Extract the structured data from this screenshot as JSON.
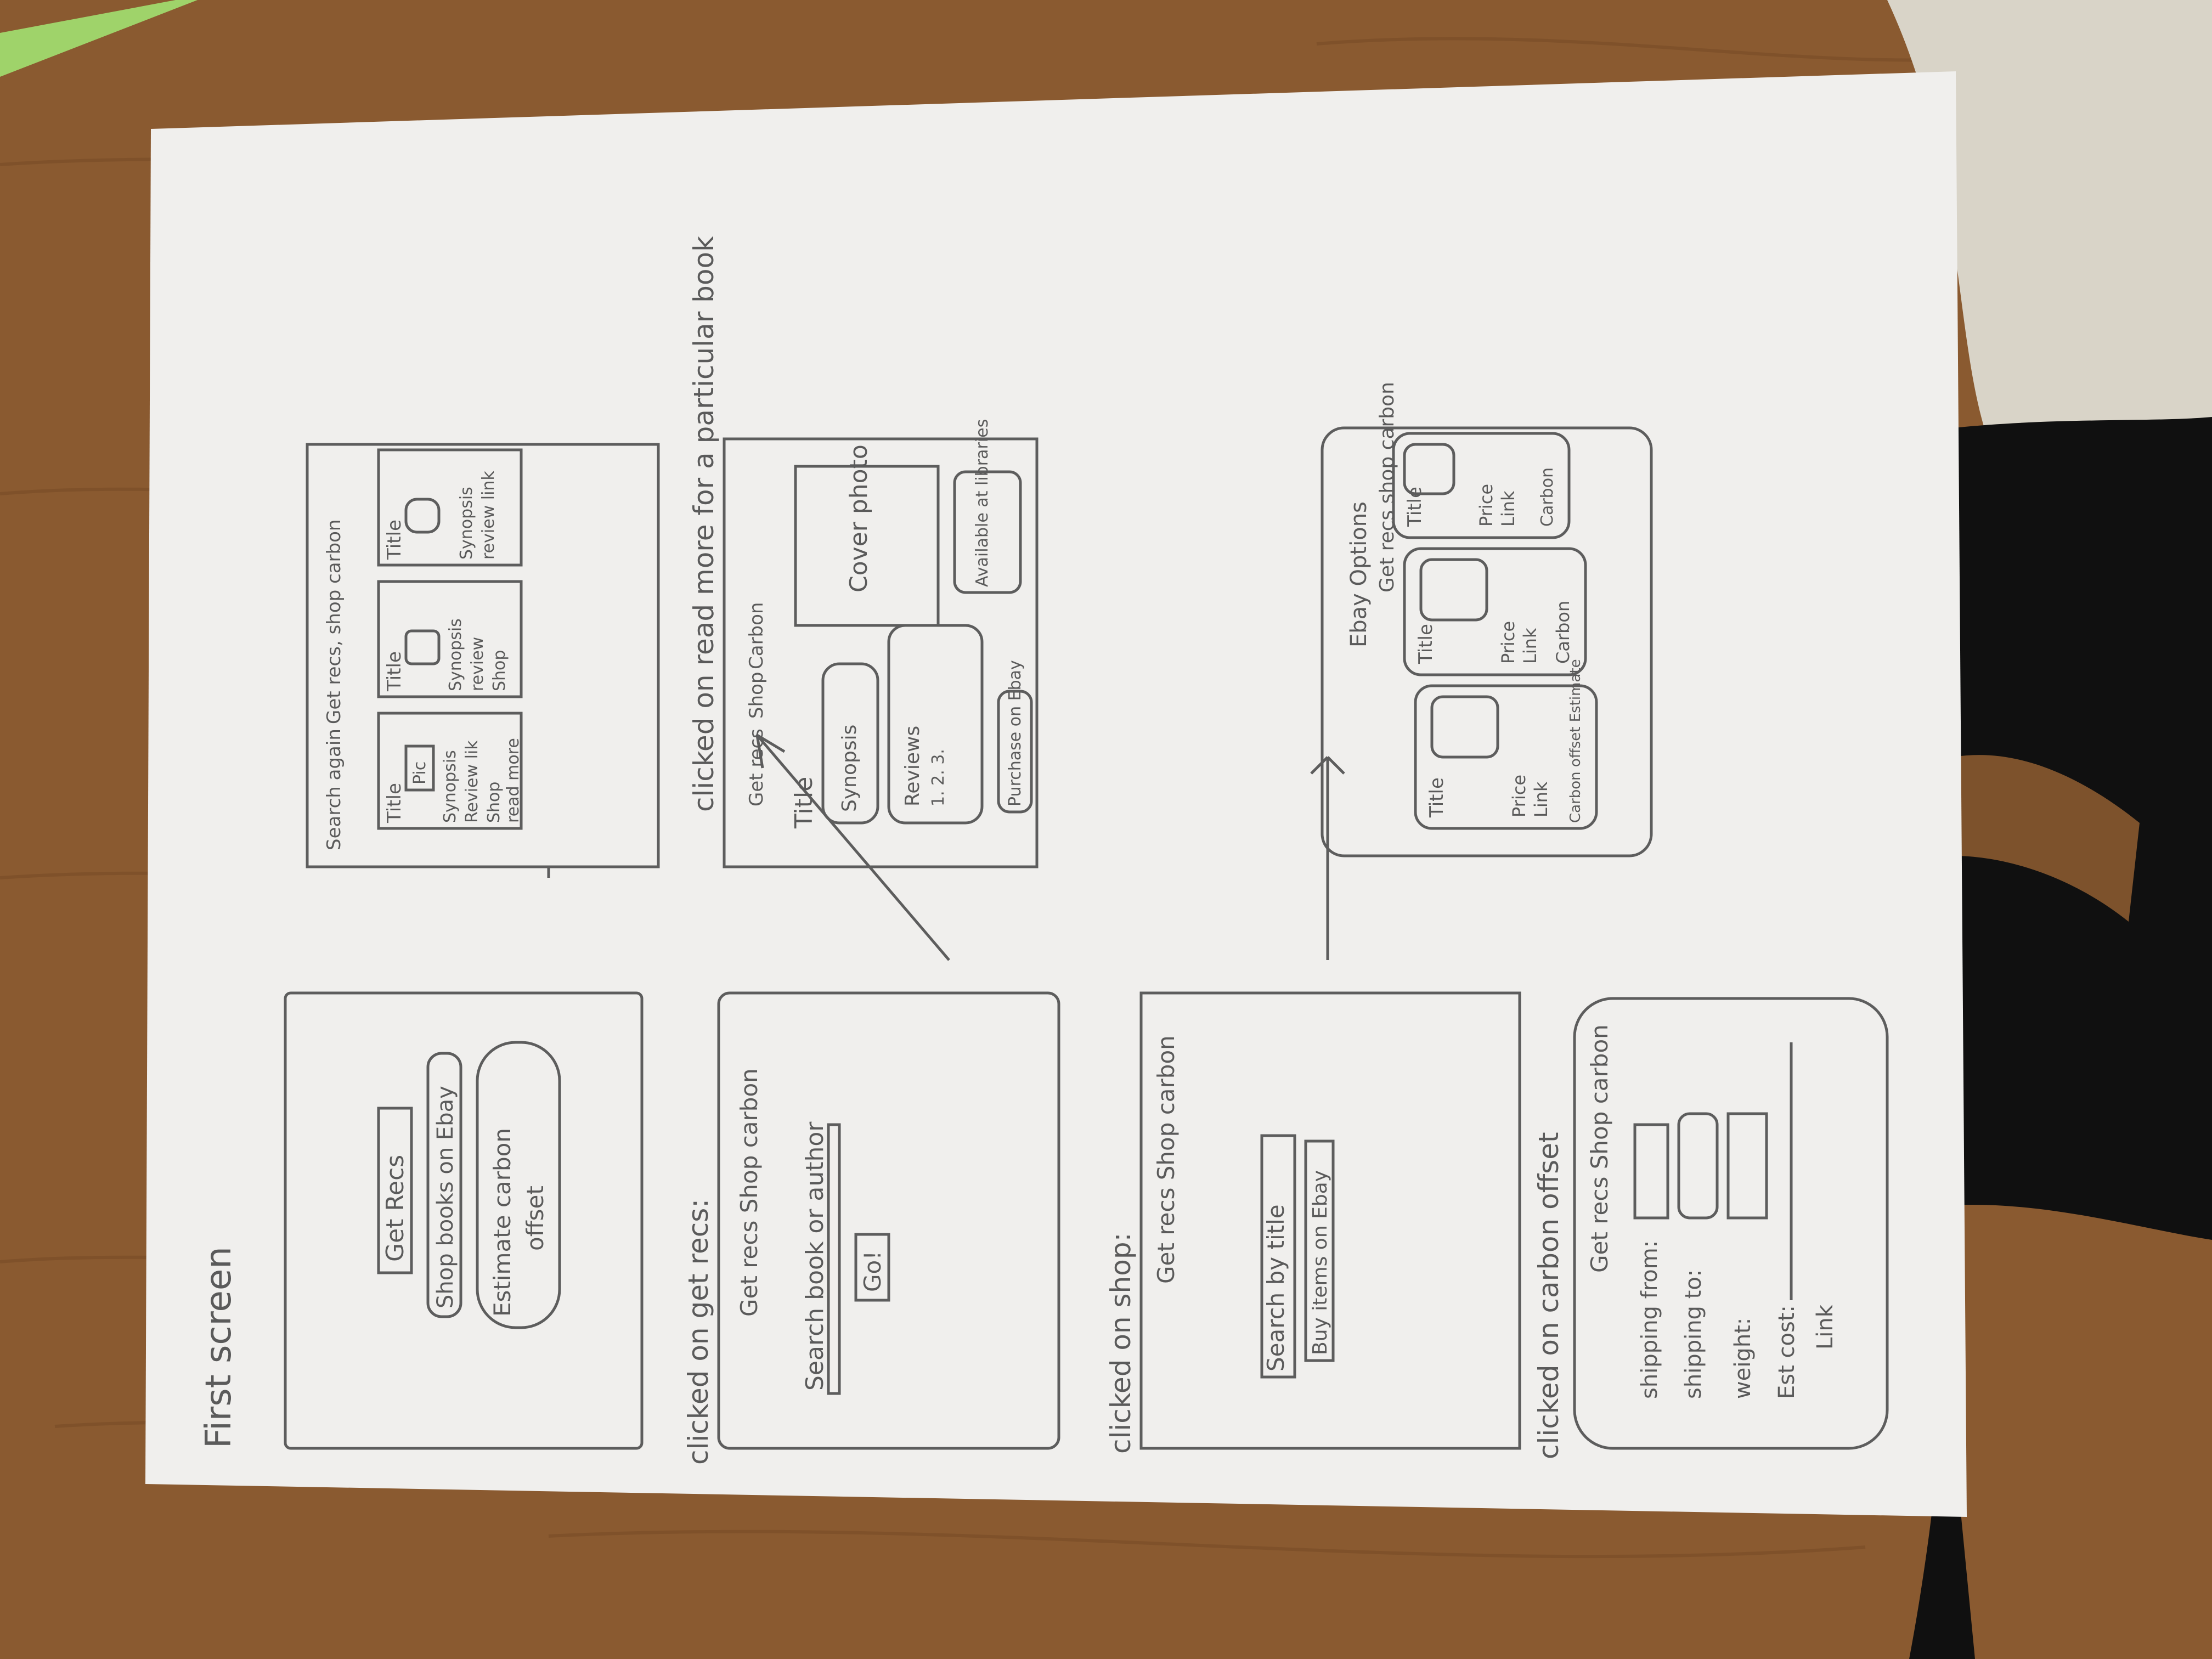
{
  "colors": {
    "table": "#8a5a30",
    "table_dark": "#6b4220",
    "paper": "#f0efed",
    "pencil": "#5d5d5d",
    "blanket": "#d9d4c8",
    "shadow": "#101010",
    "pencil_body": "#9fd36a"
  },
  "sketch": {
    "title": "First screen",
    "screen1": {
      "get_recs": "Get Recs",
      "shop_books": "Shop books on Ebay",
      "estimate_line1": "Estimate carbon",
      "estimate_line2": "offset"
    },
    "screen2": {
      "caption": "clicked on get recs:",
      "nav": "Get recs Shop carbon",
      "search": "Search book or author",
      "go": "Go!"
    },
    "screen3": {
      "caption": "clicked on shop:",
      "nav": "Get recs Shop carbon",
      "search": "Search by title",
      "buy": "Buy items on Ebay"
    },
    "screen4": {
      "caption": "clicked on carbon offset",
      "nav": "Get recs Shop carbon",
      "shipping_from": "shipping from:",
      "shipping_to": "shipping to:",
      "weight": "weight:",
      "est_cost": "Est cost:",
      "link": "Link"
    },
    "results": {
      "search_again": "Search again",
      "nav": "Get recs, shop carbon",
      "card1": {
        "title": "Title",
        "pic": "Pic",
        "synopsis": "Synopsis",
        "review": "Review lik",
        "shop": "Shop",
        "read_more": "read more"
      },
      "card2": {
        "title": "Title",
        "synopsis": "Synopsis",
        "review": "review",
        "shop": "Shop"
      },
      "card3": {
        "title": "Title",
        "synopsis": "Synopsis",
        "review": "review link"
      }
    },
    "detail": {
      "caption": "clicked on read more for a particular book",
      "nav": [
        "Get recs",
        "Shop",
        "Carbon"
      ],
      "title": "Title",
      "synopsis": "Synopsis",
      "reviews": "Reviews",
      "review_numbers": "1. 2. 3.",
      "cover": "Cover photo",
      "purchase": "Purchase on Ebay",
      "available": "Available at libraries"
    },
    "ebay": {
      "heading": "Ebay Options",
      "nav": "Get recs shop carbon",
      "card1": {
        "title": "Title",
        "price": "Price",
        "link": "Link",
        "carbon": "Carbon offset Estimate"
      },
      "card2": {
        "title": "Title",
        "price": "Price",
        "link": "Link",
        "carbon": "Carbon"
      },
      "card3": {
        "title": "Title",
        "price": "Price",
        "link": "Link",
        "carbon": "Carbon"
      }
    }
  }
}
